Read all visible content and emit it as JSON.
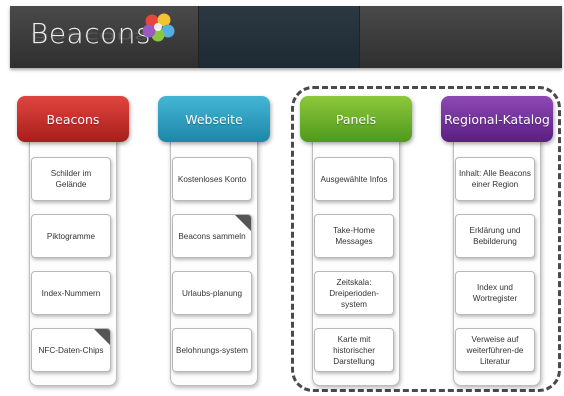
{
  "header": {
    "logo_text": "Beacons"
  },
  "columns": [
    {
      "title": "Beacons",
      "color": "#c0302b",
      "items": [
        "Schilder im Gelände",
        "Piktogramme",
        "Index-Nummern",
        "NFC-Daten-Chips"
      ]
    },
    {
      "title": "Webseite",
      "color": "#2f9ec2",
      "items": [
        "Kostenloses Konto",
        "Beacons sammeln",
        "Urlaubs-planung",
        "Belohnungs-system"
      ]
    },
    {
      "title": "Panels",
      "color": "#6fb42e",
      "items": [
        "Ausgewählte Infos",
        "Take-Home Messages",
        "Zeitskala: Dreiperioden-system",
        "Karte mit historischer Darstellung"
      ]
    },
    {
      "title": "Regional-Katalog",
      "color": "#6e2f9a",
      "items": [
        "Inhalt: Alle Beacons einer Region",
        "Erklärung und Bebilderung",
        "Index und Wortregister",
        "Verweise auf weiterführen-de Literatur"
      ]
    }
  ]
}
